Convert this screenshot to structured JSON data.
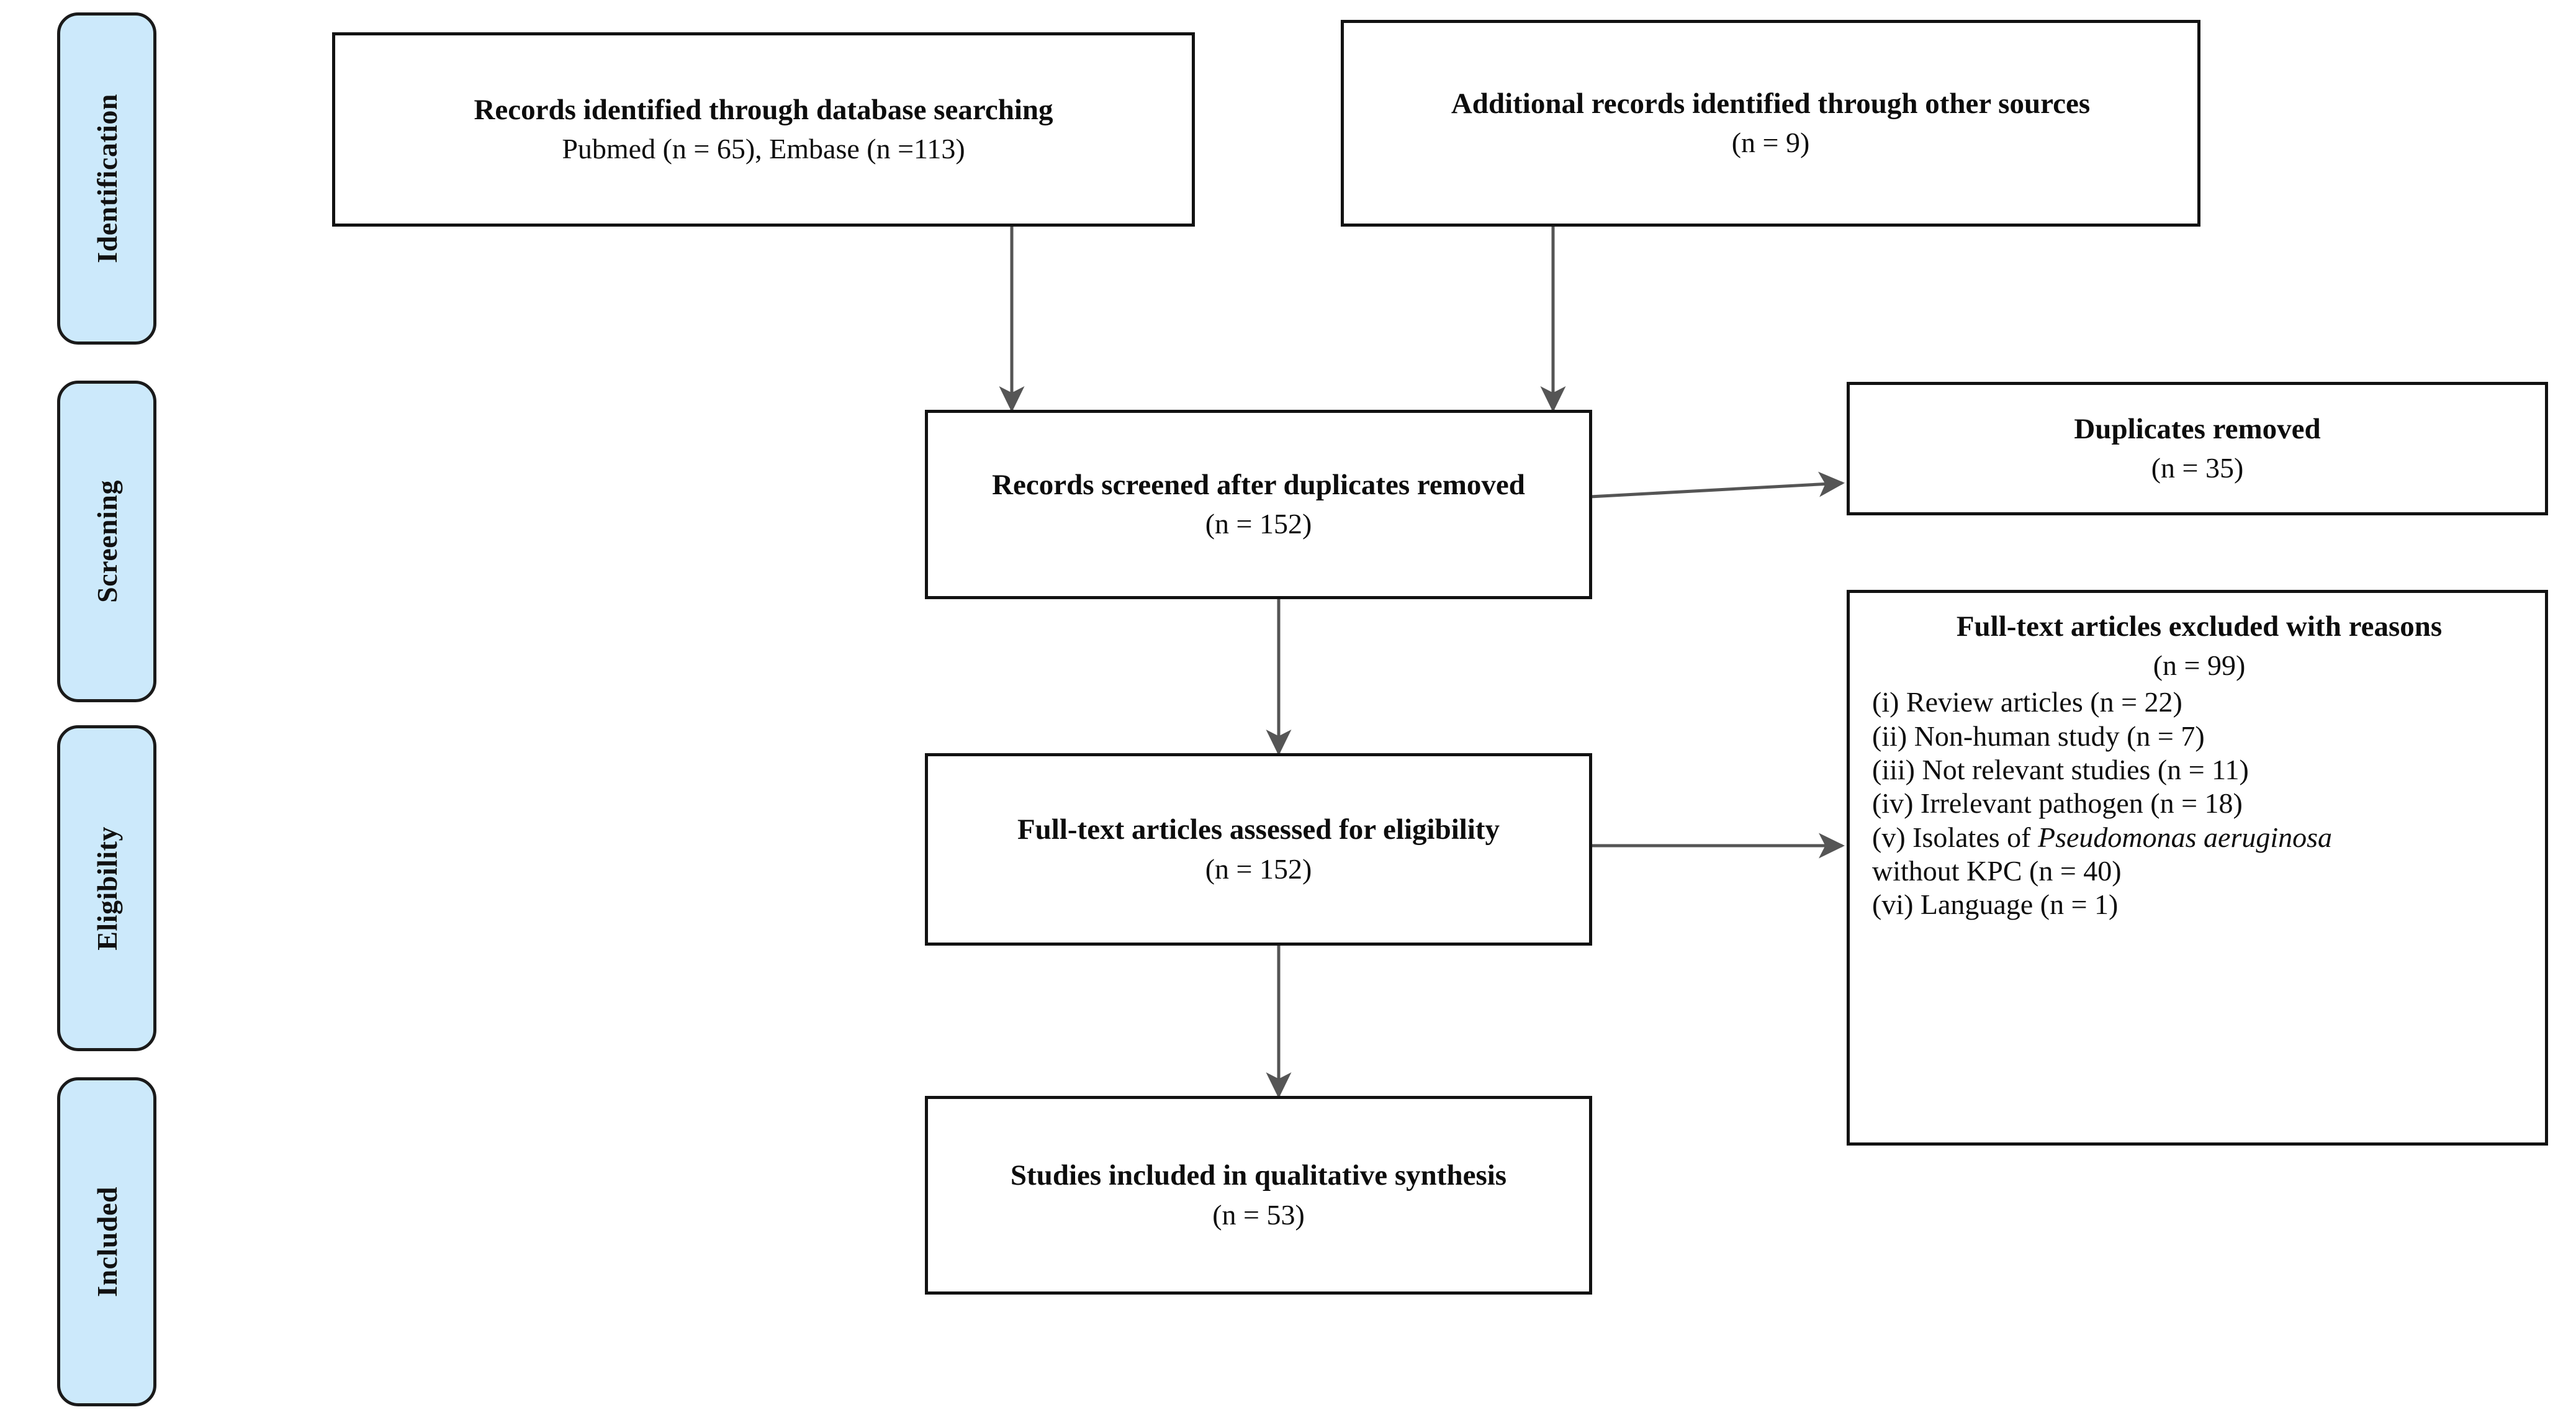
{
  "diagram": {
    "type": "prisma-flow-diagram",
    "accent_blue": "#cce9fb",
    "border_color": "#121212",
    "arrow_color": "#555555"
  },
  "stages": [
    {
      "label": "Identification"
    },
    {
      "label": "Screening"
    },
    {
      "label": "Eligibility"
    },
    {
      "label": "Included"
    }
  ],
  "boxes": {
    "db_search": {
      "title": "Records identified through database searching",
      "count": "Pubmed (n = 65), Embase (n =113)"
    },
    "other_sources": {
      "title": "Additional records identified through other sources",
      "count": "(n = 9)"
    },
    "screened": {
      "title": "Records screened after duplicates removed",
      "count": "(n = 152)"
    },
    "duplicates": {
      "title": "Duplicates removed",
      "count": "(n = 35)"
    },
    "assessed": {
      "title": "Full-text articles assessed for eligibility",
      "count": "(n = 152)"
    },
    "excluded": {
      "title": "Full-text articles excluded with reasons",
      "count": "(n = 99)",
      "reasons": [
        {
          "pre": "(i) Review articles (n = 22)",
          "italic": "",
          "post": ""
        },
        {
          "pre": "(ii) Non-human study (n = 7)",
          "italic": "",
          "post": ""
        },
        {
          "pre": "(iii) Not relevant studies (n = 11)",
          "italic": "",
          "post": ""
        },
        {
          "pre": "(iv) Irrelevant pathogen (n = 18)",
          "italic": "",
          "post": ""
        },
        {
          "pre": "(v) Isolates of ",
          "italic": "Pseudomonas aeruginosa",
          "post": ""
        },
        {
          "pre": "without KPC (n = 40)",
          "italic": "",
          "post": ""
        },
        {
          "pre": "(vi) Language (n = 1)",
          "italic": "",
          "post": ""
        }
      ]
    },
    "included": {
      "title": "Studies included in qualitative synthesis",
      "count": "(n = 53)"
    }
  }
}
